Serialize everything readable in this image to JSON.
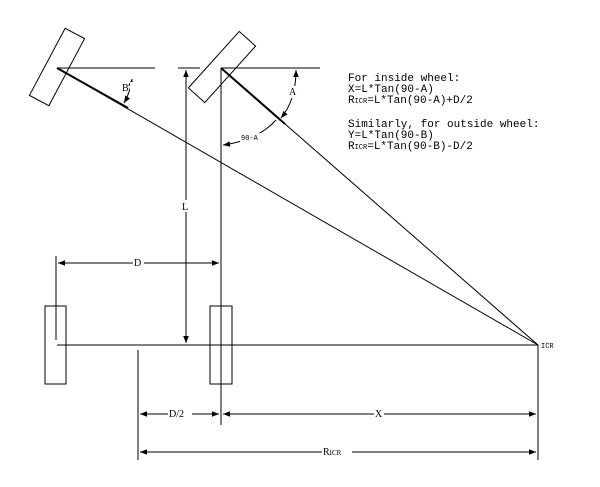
{
  "labels": {
    "B": "B",
    "A": "A",
    "ninety_minus_a": "90-A",
    "L": "L",
    "D": "D",
    "D_half": "D/2",
    "X": "X",
    "R": "R",
    "R_sub": "ICR",
    "ICR": "ICR"
  },
  "notes": {
    "inside_title": "For inside wheel:",
    "inside_x": "X=L*Tan(90-A)",
    "inside_r_prefix": "R",
    "inside_r_sub": "ICR",
    "inside_r": "=L*Tan(90-A)+D/2",
    "outside_title": "Similarly, for outside wheel:",
    "outside_y": "Y=L*Tan(90-B)",
    "outside_r_prefix": "R",
    "outside_r_sub": "ICR",
    "outside_r": "=L*Tan(90-B)-D/2"
  }
}
